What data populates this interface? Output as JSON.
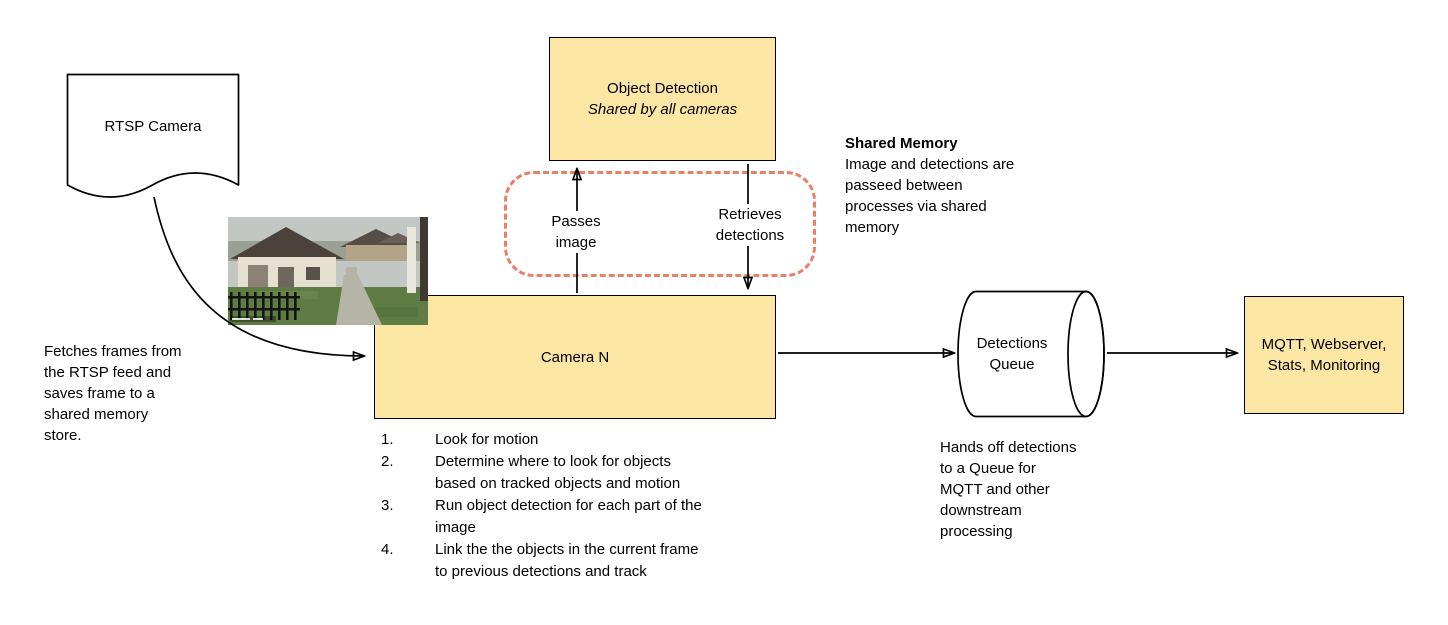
{
  "colors": {
    "background": "#ffffff",
    "box_fill": "#fbe6a4",
    "box_stroke": "#000000",
    "dashed_stroke": "#ec7e68",
    "arrow": "#000000"
  },
  "nodes": {
    "rtsp_camera": {
      "label": "RTSP Camera"
    },
    "object_detection": {
      "title": "Object Detection",
      "subtitle": "Shared by all cameras"
    },
    "camera_n": {
      "label": "Camera N"
    },
    "detections_queue": {
      "label": "Detections\nQueue"
    },
    "outputs": {
      "label": "MQTT, Webserver,\nStats, Monitoring"
    }
  },
  "edge_labels": {
    "passes_image": "Passes\nimage",
    "retrieves_detections": "Retrieves\ndetections"
  },
  "notes": {
    "fetch": "Fetches frames from\nthe RTSP feed and\nsaves frame to a\nshared memory\nstore.",
    "shared_memory_title": "Shared Memory",
    "shared_memory_body": "Image and detections are\npasseed between\nprocesses via shared\nmemory",
    "queue_handoff": "Hands off detections\nto a Queue for\nMQTT and other\ndownstream\nprocessing"
  },
  "camera_steps": [
    {
      "num": "1.",
      "text": "Look for motion"
    },
    {
      "num": "2.",
      "text": "Determine where to look for objects\nbased on tracked objects and motion"
    },
    {
      "num": "3.",
      "text": "Run object detection for each part of the\nimage"
    },
    {
      "num": "4.",
      "text": "Link the the objects in the current frame\nto previous detections and track"
    }
  ]
}
